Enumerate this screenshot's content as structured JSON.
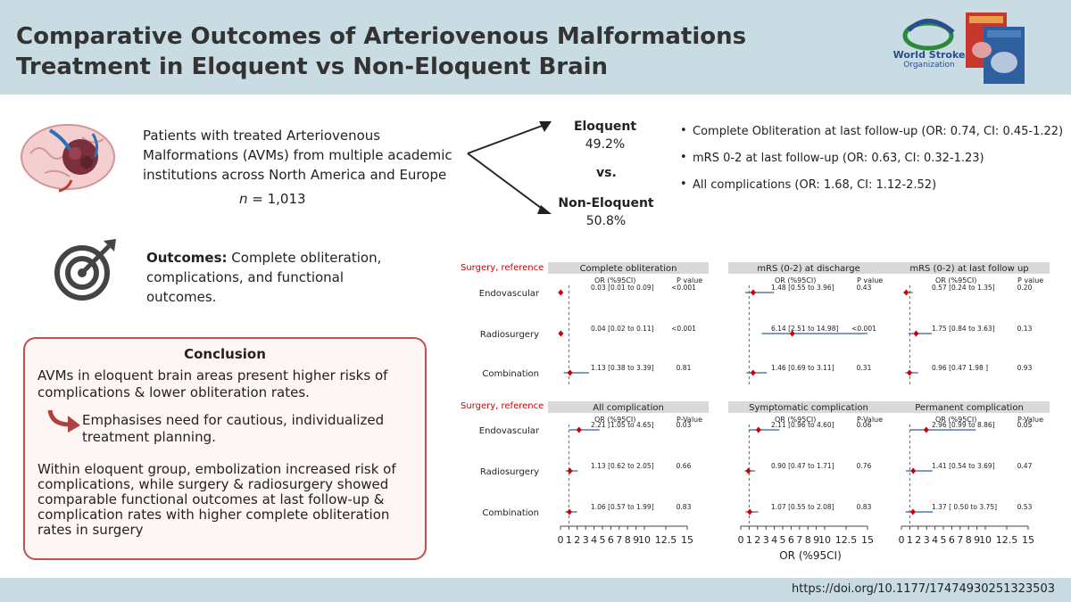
{
  "header": {
    "title": "Comparative Outcomes of Arteriovenous Malformations Treatment in Eloquent vs Non-Eloquent Brain",
    "logo_name": "World Stroke",
    "logo_sub": "Organization"
  },
  "study": {
    "description": "Patients with treated Arteriovenous Malformations (AVMs) from multiple academic institutions across North America and Europe",
    "n_label": "n",
    "n_value": " = 1,013"
  },
  "groups": {
    "eloquent_label": "Eloquent",
    "eloquent_pct": "49.2%",
    "vs": "vs.",
    "non_eloquent_label": "Non-Eloquent",
    "non_eloquent_pct": "50.8%"
  },
  "results": [
    "Complete Obliteration at last follow-up (OR: 0.74, CI: 0.45-1.22)",
    "mRS 0-2 at last follow-up  (OR: 0.63, CI: 0.32-1.23)",
    "All complications (OR: 1.68, CI: 1.12-2.52)"
  ],
  "outcomes": {
    "label": "Outcomes:",
    "text": " Complete obliteration, complications, and functional outcomes."
  },
  "conclusion": {
    "title": "Conclusion",
    "p1": "AVMs in eloquent brain areas present higher risks of complications & lower obliteration rates.",
    "p2": "Emphasises need for cautious, individualized treatment planning.",
    "p3": "Within eloquent group, embolization increased risk of complications, while surgery & radiosurgery showed comparable functional outcomes at last follow-up & complication rates with higher complete obliteration rates in surgery"
  },
  "footer": {
    "doi": "https://doi.org/10.1177/17474930251323503"
  },
  "chart_data": {
    "type": "forest",
    "reference_label": "Surgery, reference",
    "rows": [
      "Endovascular",
      "Radiosurgery",
      "Combination"
    ],
    "col_or_header": "OR (%95CI)",
    "col_p_header": "P value",
    "col_p_header_bottom": "P-Value",
    "x_ticks": [
      "0",
      "1",
      "2",
      "3",
      "4",
      "5",
      "6",
      "7",
      "8",
      "9",
      "10",
      "12.5",
      "15"
    ],
    "xlabel": "OR (%95CI)",
    "xlim": [
      0,
      15
    ],
    "marker_color": "#cc0000",
    "panels": [
      {
        "title": "Complete obliteration",
        "items": [
          {
            "or": 0.03,
            "lo": 0.01,
            "hi": 0.09,
            "label": "0.03 [0.01 to 0.09]",
            "p": "<0.001"
          },
          {
            "or": 0.04,
            "lo": 0.02,
            "hi": 0.11,
            "label": "0.04 [0.02 to 0.11]",
            "p": "<0.001"
          },
          {
            "or": 1.13,
            "lo": 0.38,
            "hi": 3.39,
            "label": "1.13 [0.38 to 3.39]",
            "p": "0.81"
          }
        ]
      },
      {
        "title": "mRS (0-2)  at discharge",
        "items": [
          {
            "or": 1.48,
            "lo": 0.55,
            "hi": 3.96,
            "label": "1.48 [0.55 to 3.96]",
            "p": "0.43"
          },
          {
            "or": 6.14,
            "lo": 2.51,
            "hi": 14.98,
            "label": "6.14 [2.51 to 14.98]",
            "p": "<0.001"
          },
          {
            "or": 1.46,
            "lo": 0.69,
            "hi": 3.11,
            "label": "1.46 [0.69 to 3.11]",
            "p": "0.31"
          }
        ]
      },
      {
        "title": "mRS (0-2) at last follow up",
        "items": [
          {
            "or": 0.57,
            "lo": 0.24,
            "hi": 1.35,
            "label": "0.57 [0.24 to 1.35]",
            "p": "0.20"
          },
          {
            "or": 1.75,
            "lo": 0.84,
            "hi": 3.63,
            "label": "1.75 [0.84 to 3.63]",
            "p": "0.13"
          },
          {
            "or": 0.96,
            "lo": 0.47,
            "hi": 1.98,
            "label": "0.96 [0.47 1.98 ]",
            "p": "0.93"
          }
        ]
      },
      {
        "title": "All complication",
        "items": [
          {
            "or": 2.21,
            "lo": 1.05,
            "hi": 4.65,
            "label": "2.21 [1.05 to 4.65]",
            "p": "0.03"
          },
          {
            "or": 1.13,
            "lo": 0.62,
            "hi": 2.05,
            "label": "1.13 [0.62 to 2.05]",
            "p": "0.66"
          },
          {
            "or": 1.06,
            "lo": 0.57,
            "hi": 1.99,
            "label": "1.06 [0.57 to 1.99]",
            "p": "0.83"
          }
        ]
      },
      {
        "title": "Symptomatic complication",
        "items": [
          {
            "or": 2.11,
            "lo": 0.96,
            "hi": 4.6,
            "label": "2.11 [0.96 to 4.60]",
            "p": "0.06"
          },
          {
            "or": 0.9,
            "lo": 0.47,
            "hi": 1.71,
            "label": "0.90 [0.47 to 1.71]",
            "p": "0.76"
          },
          {
            "or": 1.07,
            "lo": 0.55,
            "hi": 2.08,
            "label": "1.07 [0.55 to 2.08]",
            "p": "0.83"
          }
        ]
      },
      {
        "title": "Permanent complication",
        "items": [
          {
            "or": 2.96,
            "lo": 0.99,
            "hi": 8.86,
            "label": "2.96 [0.99 to 8.86]",
            "p": "0.05"
          },
          {
            "or": 1.41,
            "lo": 0.54,
            "hi": 3.69,
            "label": "1.41 [0.54 to 3.69]",
            "p": "0.47"
          },
          {
            "or": 1.37,
            "lo": 0.5,
            "hi": 3.75,
            "label": "1.37 [ 0.50 to 3.75]",
            "p": "0.53"
          }
        ]
      }
    ]
  }
}
